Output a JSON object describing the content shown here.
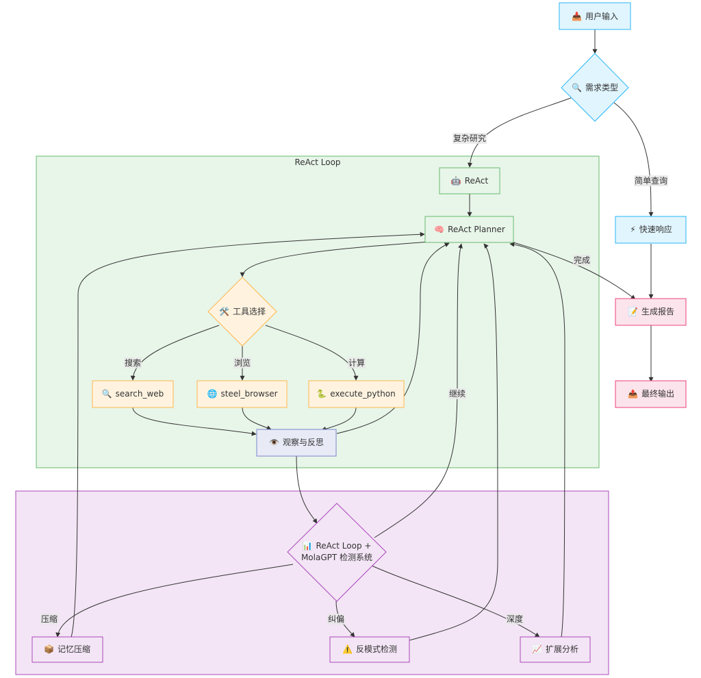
{
  "subgraphs": {
    "react_loop": {
      "title": "ReAct Loop"
    },
    "molagpt": {
      "title": ""
    }
  },
  "nodes": {
    "user_input": {
      "label": "用户输入",
      "icon": "📥"
    },
    "demand_type": {
      "label": "需求类型",
      "icon": "🔍"
    },
    "react": {
      "label": "ReAct",
      "icon": "🤖"
    },
    "planner": {
      "label": "ReAct Planner",
      "icon": "🧠"
    },
    "tool_select": {
      "label": "工具选择",
      "icon": "🛠️"
    },
    "search_web": {
      "label": "search_web",
      "icon": "🔍"
    },
    "steel_browser": {
      "label": "steel_browser",
      "icon": "🌐"
    },
    "execute_python": {
      "label": "execute_python",
      "icon": "🐍"
    },
    "observe": {
      "label": "观察与反思",
      "icon": "👁️"
    },
    "detect_line1": {
      "label": "ReAct Loop +",
      "icon": "📊"
    },
    "detect_line2": {
      "label": "MolaGPT 检测系统",
      "icon": ""
    },
    "memory": {
      "label": "记忆压缩",
      "icon": "📦"
    },
    "anti_pattern": {
      "label": "反模式检测",
      "icon": "⚠️"
    },
    "extend": {
      "label": "扩展分析",
      "icon": "📈"
    },
    "quick": {
      "label": "快速响应",
      "icon": "⚡"
    },
    "report": {
      "label": "生成报告",
      "icon": "📝"
    },
    "final": {
      "label": "最终输出",
      "icon": "📤"
    }
  },
  "edge_labels": {
    "complex": "复杂研究",
    "simple": "简单查询",
    "done": "完成",
    "search": "搜索",
    "browse": "浏览",
    "compute": "计算",
    "continue": "继续",
    "compress": "压缩",
    "correct": "纠偏",
    "depth": "深度"
  },
  "colors": {
    "blue_fill": "#e1f5fe",
    "blue_stroke": "#29b6f6",
    "green_bg": "#e8f5e9",
    "green_stroke": "#66bb6a",
    "orange_fill": "#fff3e0",
    "orange_stroke": "#ffb74d",
    "lav_fill": "#e8eaf6",
    "lav_stroke": "#7986cb",
    "purple_bg": "#f3e5f5",
    "purple_stroke": "#ab47bc",
    "pink_fill": "#fce4ec",
    "pink_stroke": "#ec407a"
  }
}
